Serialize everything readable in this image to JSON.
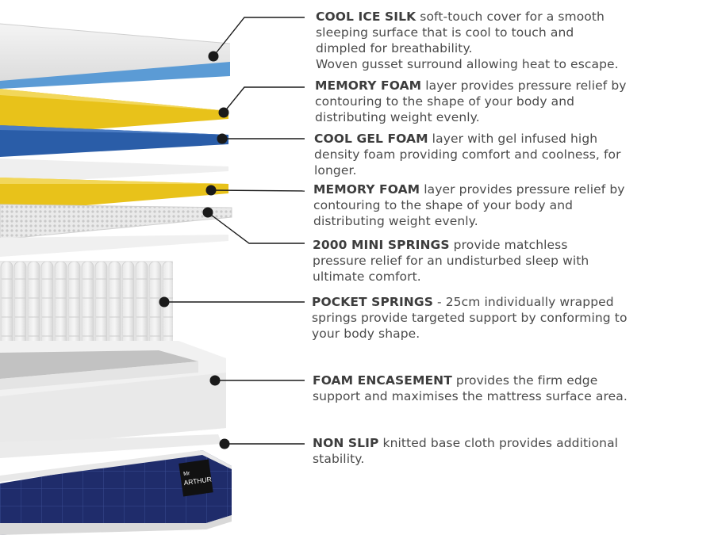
{
  "colors": {
    "leader_line": "#1a1a1a",
    "text": "#4a4a4a",
    "title": "#3d3d3d",
    "cool_blue": "#5b9bd5",
    "memory_yellow": "#e8c21a",
    "gel_blue": "#2a5da8",
    "base_navy": "#1f2c6b"
  },
  "brand_label": {
    "small": "Mr",
    "name": "ARTHUR"
  },
  "layers": [
    {
      "title": "COOL ICE SILK",
      "icon": "cool-ice-silk-layer",
      "lines": [
        " soft-touch cover for a smooth",
        "sleeping surface that is cool to touch and",
        "dimpled for breathability.",
        "Woven gusset surround allowing heat to escape."
      ]
    },
    {
      "title": "MEMORY FOAM",
      "icon": "memory-foam-layer",
      "lines": [
        " layer provides pressure relief by",
        "contouring to the shape of your body and",
        "distributing weight evenly."
      ]
    },
    {
      "title": "COOL GEL FOAM",
      "icon": "cool-gel-foam-layer",
      "lines": [
        " layer with gel infused high",
        "density foam providing comfort and coolness, for",
        "longer."
      ]
    },
    {
      "title": "MEMORY FOAM",
      "icon": "memory-foam-layer",
      "lines": [
        " layer provides pressure relief by",
        "contouring to the shape of your body and",
        "distributing weight evenly."
      ]
    },
    {
      "title": "2000 MINI SPRINGS",
      "icon": "mini-springs-layer",
      "lines": [
        " provide matchless",
        "pressure relief for an undisturbed sleep with",
        "ultimate comfort."
      ]
    },
    {
      "title": "POCKET SPRINGS",
      "icon": "pocket-springs-layer",
      "lines": [
        " - 25cm individually wrapped",
        "springs provide targeted support by conforming to",
        "your body shape."
      ]
    },
    {
      "title": "FOAM ENCASEMENT",
      "icon": "foam-encasement-layer",
      "lines": [
        " provides the firm edge",
        "support and maximises the mattress surface area."
      ]
    },
    {
      "title": "NON SLIP",
      "icon": "non-slip-base-layer",
      "lines": [
        " knitted base cloth provides additional",
        "stability."
      ]
    }
  ]
}
